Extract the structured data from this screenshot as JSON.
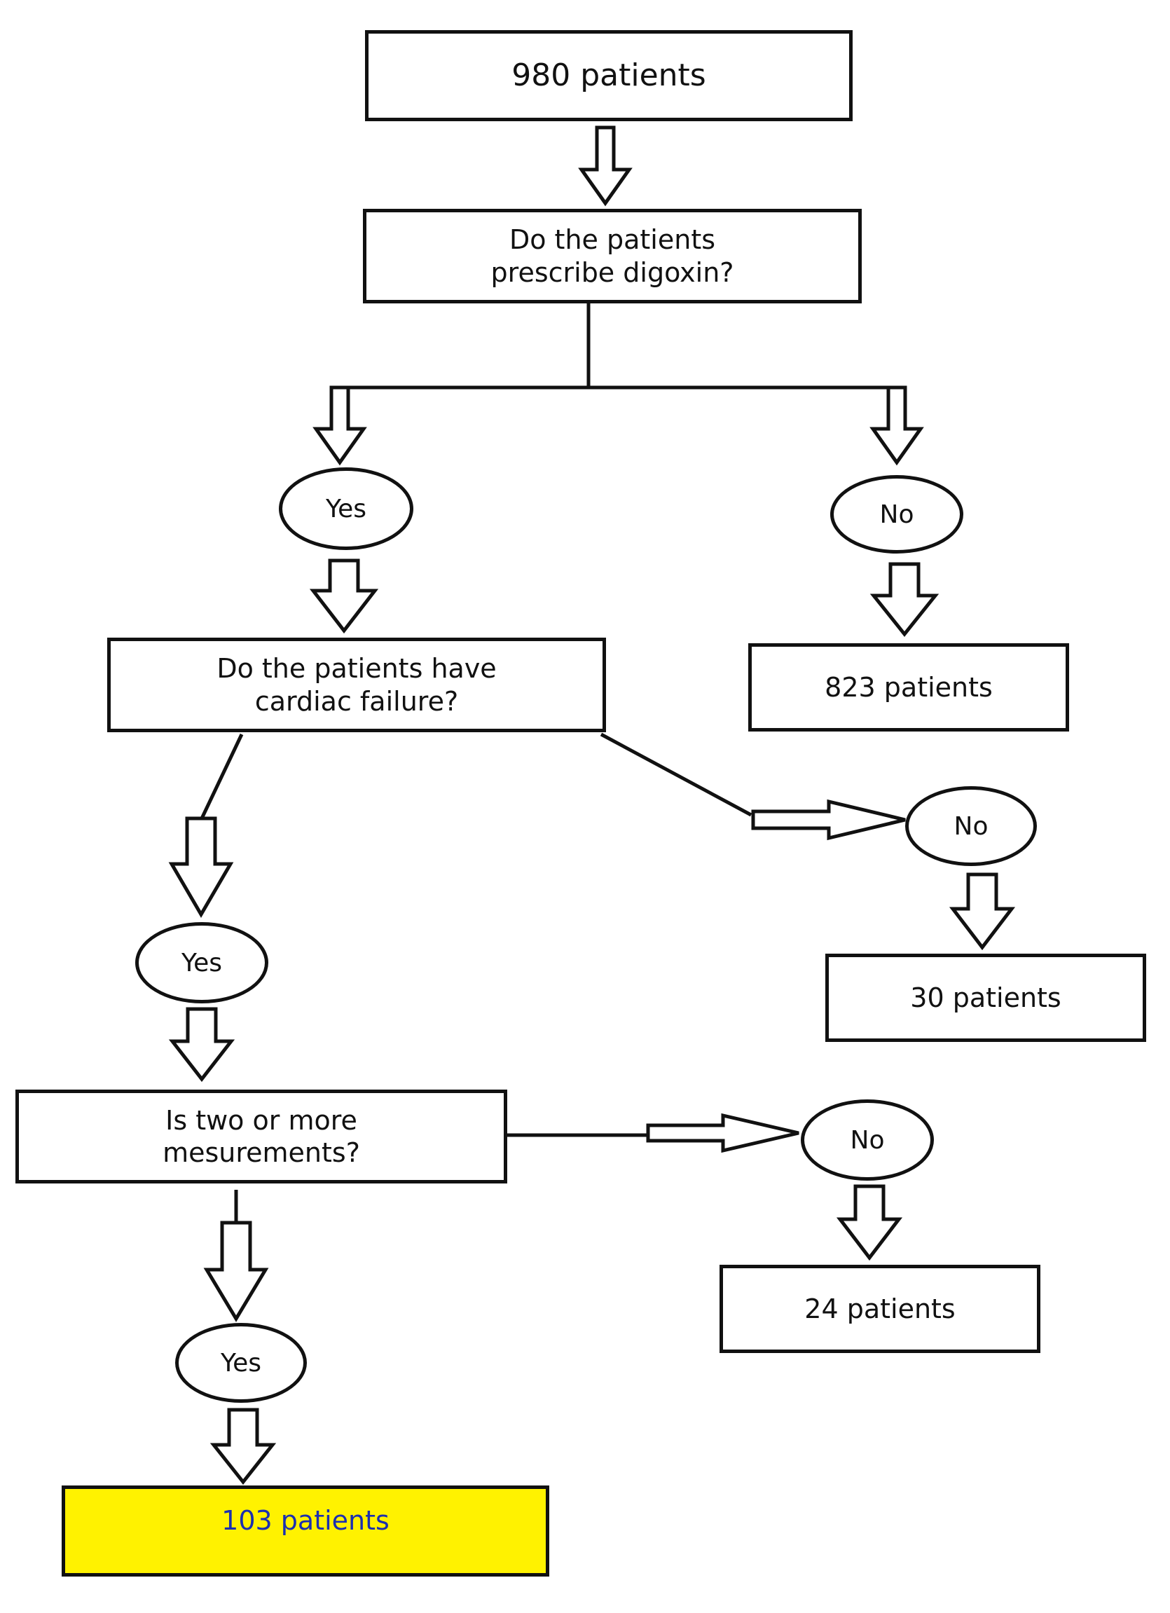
{
  "nodes": {
    "start": {
      "label": "980 patients"
    },
    "q_digoxin": {
      "label": "Do the patients prescribe digoxin?"
    },
    "a_digoxin_yes": {
      "label": "Yes"
    },
    "a_digoxin_no": {
      "label": "No"
    },
    "r_no_digoxin": {
      "label": "823 patients"
    },
    "q_cardiac": {
      "label": "Do the patients have cardiac failure?"
    },
    "a_cardiac_yes": {
      "label": "Yes"
    },
    "a_cardiac_no": {
      "label": "No"
    },
    "r_no_cardiac": {
      "label": "30 patients"
    },
    "q_measurements": {
      "label": "Is two or more mesurements?"
    },
    "a_meas_yes": {
      "label": "Yes"
    },
    "a_meas_no": {
      "label": "No"
    },
    "r_no_meas": {
      "label": "24 patients"
    },
    "r_final": {
      "label": "103 patients"
    }
  },
  "colors": {
    "stroke": "#111111",
    "final_fill": "#fff200",
    "final_text": "#1b2fb0"
  }
}
